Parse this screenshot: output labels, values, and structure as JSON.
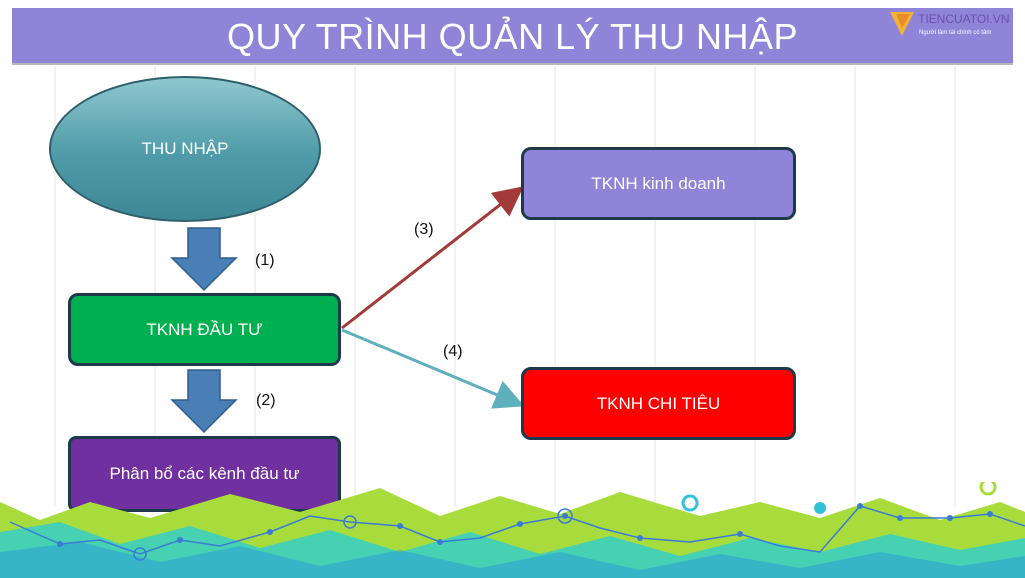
{
  "header": {
    "title": "QUY TRÌNH QUẢN LÝ THU NHẬP",
    "logo_text": "TIENCUATOI.VN",
    "logo_tagline": "Người làm tài chính có tâm"
  },
  "nodes": {
    "income": "THU NHẬP",
    "investment_account": "TKNH ĐẦU TƯ",
    "allocation": "Phân bổ các kênh đầu tư",
    "business_account": "TKNH kinh doanh",
    "spending_account": "TKNH CHI TIÊU"
  },
  "edges": [
    {
      "from": "income",
      "to": "investment_account",
      "label": "(1)"
    },
    {
      "from": "investment_account",
      "to": "allocation",
      "label": "(2)"
    },
    {
      "from": "investment_account",
      "to": "business_account",
      "label": "(3)"
    },
    {
      "from": "investment_account",
      "to": "spending_account",
      "label": "(4)"
    }
  ],
  "colors": {
    "header": "#8f84d8",
    "income": "#4e9aa8",
    "investment_account": "#00b050",
    "allocation": "#7030a0",
    "business_account": "#8f84d8",
    "spending_account": "#ff0000",
    "down_arrow": "#4a7fb5",
    "arrow_3": "#a33a3a",
    "arrow_4": "#5fb0bd"
  }
}
